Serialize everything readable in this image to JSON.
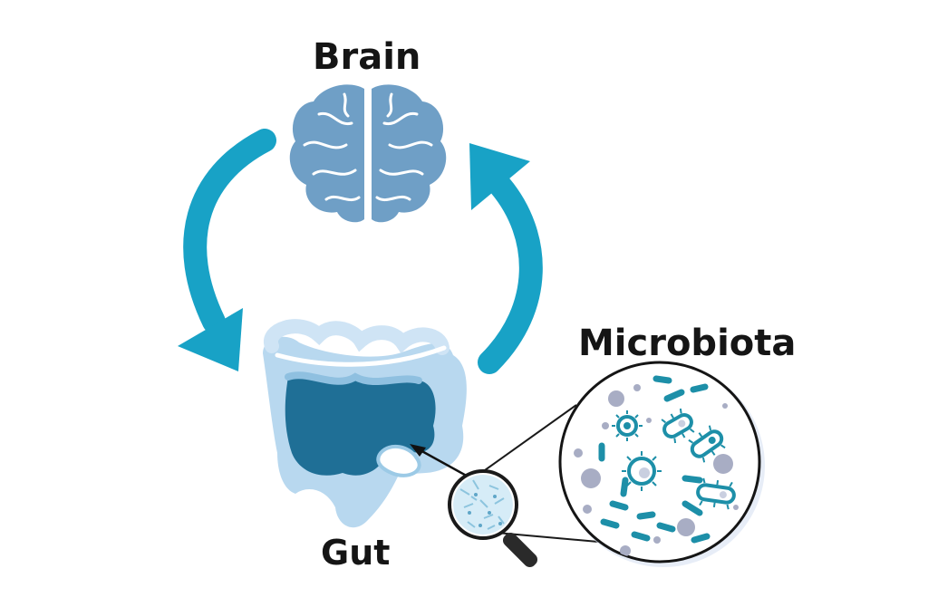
{
  "diagram": {
    "title": "Gut–brain axis",
    "labels": {
      "brain": "Brain",
      "gut": "Gut",
      "microbiota": "Microbiota"
    },
    "nodes": [
      "brain",
      "gut",
      "microbiota"
    ],
    "edges": [
      {
        "from": "brain",
        "to": "gut",
        "style": "curved-arrow"
      },
      {
        "from": "gut",
        "to": "brain",
        "style": "curved-arrow"
      },
      {
        "from": "microbiota",
        "to": "gut",
        "style": "pointer-arrow"
      }
    ]
  },
  "colors": {
    "cycle_arrow": "#18a2c6",
    "brain": "#6f9fc6",
    "gut_outer": "#b8d8ef",
    "gut_inner": "#1f6f96",
    "microbe_teal": "#1d8fa8",
    "microbe_grey": "#a8adc4"
  },
  "icons": {
    "brain": "brain-icon",
    "gut": "intestine-icon",
    "lens": "magnifying-glass-icon"
  }
}
